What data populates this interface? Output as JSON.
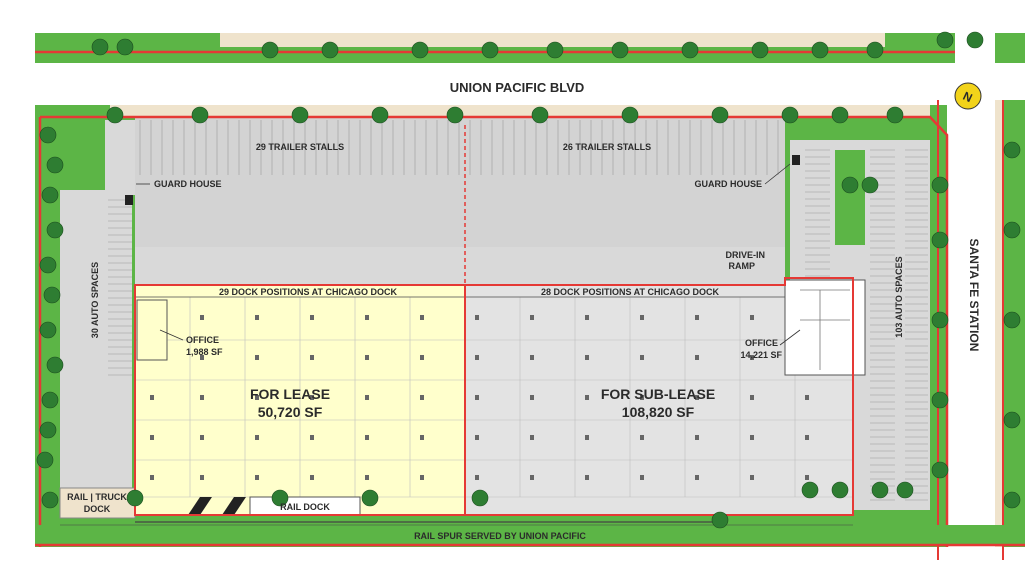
{
  "streets": {
    "north": "UNION PACIFIC BLVD",
    "east": "SANTA FE STATION"
  },
  "trailer_stalls": {
    "west": "29 TRAILER STALLS",
    "east": "26 TRAILER STALLS"
  },
  "guard_house": {
    "west": "GUARD HOUSE",
    "east": "GUARD HOUSE"
  },
  "drive_in_ramp": {
    "line1": "DRIVE-IN",
    "line2": "RAMP"
  },
  "dock_positions": {
    "west": "29 DOCK POSITIONS AT CHICAGO DOCK",
    "east": "28 DOCK POSITIONS AT CHICAGO DOCK"
  },
  "auto_spaces": {
    "west": "30 AUTO SPACES",
    "east": "103 AUTO SPACES"
  },
  "units": {
    "lease": {
      "title": "FOR LEASE",
      "area": "50,720 SF",
      "office_label": "OFFICE",
      "office_area": "1,988 SF"
    },
    "sublease": {
      "title": "FOR SUB-LEASE",
      "area": "108,820 SF",
      "office_label": "OFFICE",
      "office_area": "14,221 SF"
    }
  },
  "rail_truck_dock": {
    "line1": "RAIL | TRUCK",
    "line2": "DOCK"
  },
  "rail_dock": "RAIL DOCK",
  "rail_spur": "RAIL SPUR SERVED BY UNION PACIFIC",
  "north_arrow": "N",
  "colors": {
    "landscape": "#5cb546",
    "tree": "#2e7d32",
    "sidewalk": "#efe3cc",
    "pavement": "#d9d9d9",
    "lease_fill": "#ffffcc",
    "sublease_fill": "#e3e3e3",
    "property_line": "#e53935",
    "north_arrow": "#f2d31a"
  }
}
